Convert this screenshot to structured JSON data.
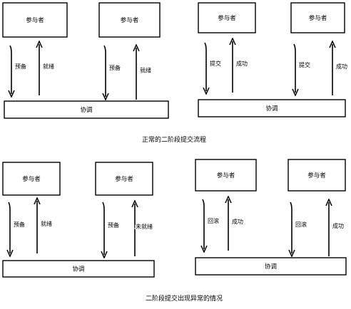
{
  "captions": {
    "normal": "正常的二阶段提交流程",
    "abnormal": "二阶段提交出现异常的情况"
  },
  "panels": [
    {
      "id": "normal-prepare",
      "participants": [
        "参与者",
        "参与者"
      ],
      "coordinator": "协调",
      "arrows": [
        {
          "direction": "down",
          "label": "预备"
        },
        {
          "direction": "up",
          "label": "就绪"
        },
        {
          "direction": "down",
          "label": "预备"
        },
        {
          "direction": "up",
          "label": "就绪"
        }
      ]
    },
    {
      "id": "normal-commit",
      "participants": [
        "参与者",
        "参与者"
      ],
      "coordinator": "协调",
      "arrows": [
        {
          "direction": "down",
          "label": "提交"
        },
        {
          "direction": "up",
          "label": "成功"
        },
        {
          "direction": "down",
          "label": "提交"
        },
        {
          "direction": "up",
          "label": "成功"
        }
      ]
    },
    {
      "id": "abnormal-prepare",
      "participants": [
        "参与者",
        "参与者"
      ],
      "coordinator": "协调",
      "arrows": [
        {
          "direction": "down",
          "label": "预备"
        },
        {
          "direction": "up",
          "label": "就绪"
        },
        {
          "direction": "down",
          "label": "预备"
        },
        {
          "direction": "up",
          "label": "未就绪"
        }
      ]
    },
    {
      "id": "abnormal-rollback",
      "participants": [
        "参与者",
        "参与者"
      ],
      "coordinator": "协调",
      "arrows": [
        {
          "direction": "down",
          "label": "回滚"
        },
        {
          "direction": "up",
          "label": "成功"
        },
        {
          "direction": "down",
          "label": "回滚"
        },
        {
          "direction": "up",
          "label": "成功"
        }
      ]
    }
  ]
}
